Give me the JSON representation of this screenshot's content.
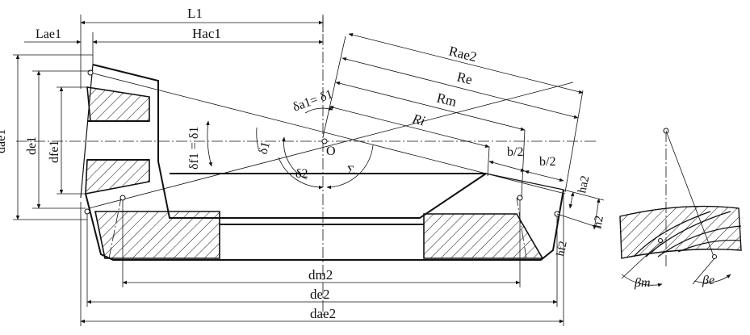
{
  "labels": {
    "L1": "L1",
    "Lae1": "Lae1",
    "Hac1": "Hac1",
    "Rae2": "Rae2",
    "Re": "Re",
    "Rm": "Rm",
    "Ri": "Ri",
    "b_half_1": "b/2",
    "b_half_2": "b/2",
    "ha2": "ha2",
    "h2": "h2",
    "hf2": "hf2",
    "dae1": "dae1",
    "de1": "de1",
    "dfe1": "dfe1",
    "dm2": "dm2",
    "de2": "de2",
    "dae2": "dae2",
    "delta_a1": "δa1= δ1",
    "delta_f1": "δf1 = δ1",
    "delta1": "δ1",
    "delta2": "δ2",
    "origin": "O",
    "sigma": "Σ",
    "beta_m": "βm",
    "beta_e": "βe"
  }
}
